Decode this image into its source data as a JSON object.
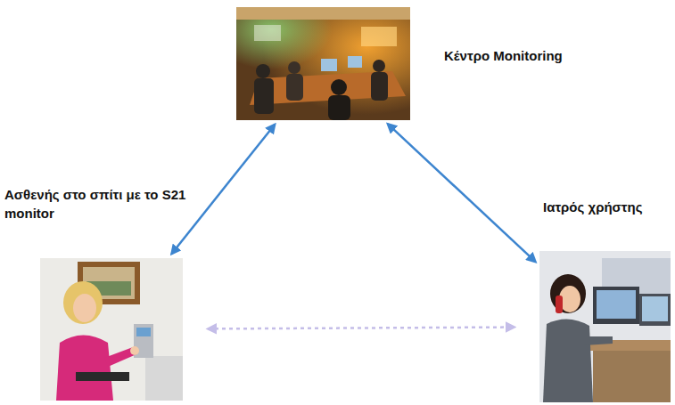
{
  "diagram": {
    "nodes": [
      {
        "text": [
          "Κέντρο Monitoring"
        ]
      },
      {
        "text": [
          "Ασθενής στο σπίτι με το S21 monitor"
        ]
      },
      {
        "text": [
          "Ιατρός χρήστης"
        ]
      }
    ],
    "edges": [
      {
        "from": 0,
        "to": 1,
        "arrow": "both"
      },
      {
        "from": 0,
        "to": 2,
        "arrow": "both"
      },
      {
        "from": 1,
        "to": 2,
        "arrow": "both"
      }
    ]
  }
}
